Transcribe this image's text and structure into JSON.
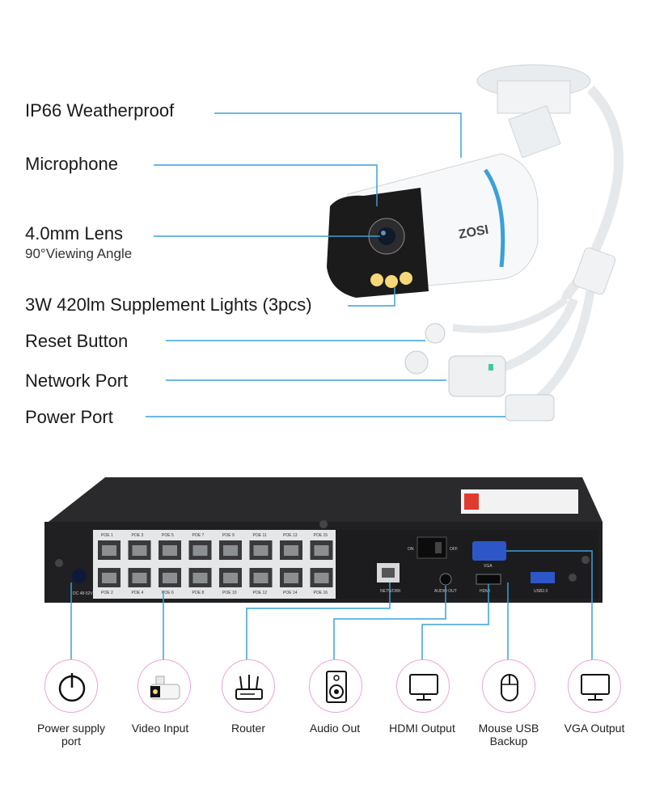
{
  "camera": {
    "brand": "ZOSI",
    "features": [
      {
        "label": "IP66 Weatherproof"
      },
      {
        "label": "Microphone"
      },
      {
        "label": "4.0mm Lens",
        "sub": "90°Viewing Angle"
      },
      {
        "label": "3W 420lm Supplement Lights (3pcs)"
      },
      {
        "label": "Reset Button"
      },
      {
        "label": "Network Port"
      },
      {
        "label": "Power Port"
      }
    ]
  },
  "nvr": {
    "power_label": "DC 48-52V",
    "poe_top": [
      "POE 1",
      "POE 3",
      "POE 5",
      "POE 7",
      "POE 9",
      "POE 11",
      "POE 13",
      "POE 15"
    ],
    "poe_bottom": [
      "POE 2",
      "POE 4",
      "POE 6",
      "POE 8",
      "POE 10",
      "POE 12",
      "POE 14",
      "POE 16"
    ],
    "network_label": "NETWORK",
    "audio_label": "AUDIO OUT",
    "hdmi_label": "HDMI",
    "vga_label": "VGA",
    "usb_label": "USB2.0",
    "switch_on": "ON",
    "switch_off": "OFF"
  },
  "ports": [
    {
      "label": "Power supply\nport",
      "icon": "power-icon"
    },
    {
      "label": "Video Input",
      "icon": "camera-icon"
    },
    {
      "label": "Router",
      "icon": "router-icon"
    },
    {
      "label": "Audio Out",
      "icon": "speaker-icon"
    },
    {
      "label": "HDMI Output",
      "icon": "monitor-icon"
    },
    {
      "label": "Mouse USB\nBackup",
      "icon": "mouse-icon"
    },
    {
      "label": "VGA Output",
      "icon": "monitor-icon"
    }
  ],
  "colors": {
    "accent_line": "#3aa0d8",
    "circle_border": "#e9a5d6",
    "nvr_body": "#2a2a2c"
  }
}
